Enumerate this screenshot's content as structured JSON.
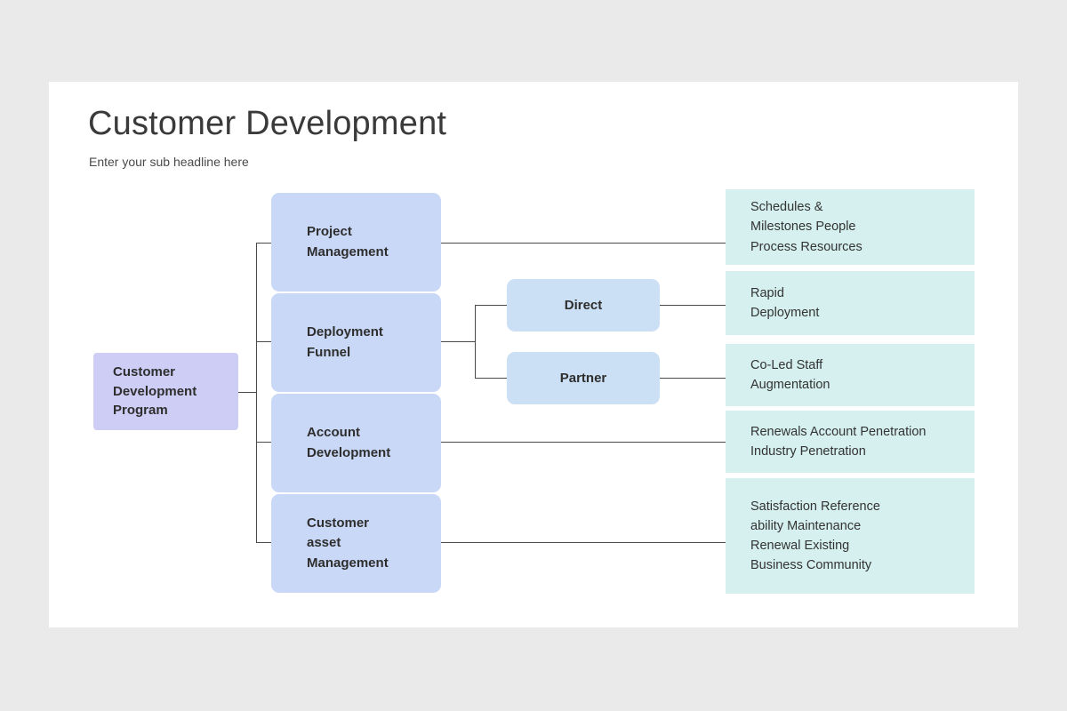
{
  "slide": {
    "title": "Customer Development",
    "subtitle": "Enter your sub headline here",
    "background_color": "#eaeaea",
    "card_color": "#ffffff"
  },
  "colors": {
    "root": "#cdcdf5",
    "branch": "#c9d8f7",
    "sub": "#cce0f5",
    "detail": "#d5f0ef",
    "connector": "#4a4a4a",
    "text": "#2e2e2e"
  },
  "diagram": {
    "root": {
      "label": "Customer\nDevelopment\nProgram"
    },
    "branches": [
      {
        "label": "Project\nManagement"
      },
      {
        "label": "Deployment\nFunnel"
      },
      {
        "label": "Account\nDevelopment"
      },
      {
        "label": "Customer\nasset\nManagement"
      }
    ],
    "sub_branches": [
      {
        "label": "Direct"
      },
      {
        "label": "Partner"
      }
    ],
    "details": [
      {
        "label": "Schedules &\nMilestones People\nProcess Resources"
      },
      {
        "label": "Rapid\nDeployment"
      },
      {
        "label": "Co-Led Staff\nAugmentation"
      },
      {
        "label": "Renewals Account Penetration\nIndustry Penetration"
      },
      {
        "label": "Satisfaction Reference\nability Maintenance\nRenewal Existing\nBusiness Community"
      }
    ]
  }
}
